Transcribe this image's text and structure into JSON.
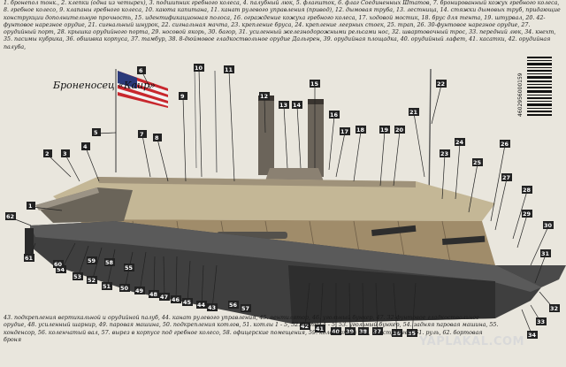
{
  "caption_top": "1. бронепол тонк., 2. клепки (одна из четырех), 3. подшипник гребного колеса, 4. палубный люк, 5. флагшток, 6. флаг Соединенных Штатов, 7. бронированный кожух гребного колеса, 8. гребное колесо, 9. клапаны гребного колеса, 10. каюта капитана, 11. канат рулевого управления (привод), 12. дымовая труба, 13. лестница, 14. стяжки дымовых труб, придающие конструкции дополнительную прочность, 15. идентификационная полоса, 16. ограждение кожуха гребного колеса, 17. ходовой мостик, 18. брус для тента, 19. штурвал, 20. 42-фунтовое нарезное орудие, 21. сигнальный шнурок, 22. сигнальная мачта, 23. крепление бруса, 24. крепление леерных стоек, 25. трап, 26. 30-фунтовое нарезное орудие, 27. орудийный порт, 28. крышка орудийного порта, 29. носовой якорь, 30. багор, 31. усиленный железнодорожными рельсами нос, 32. шварто­вочный трос, 33. передний люк, 34. кнехт, 35. пасимы кубрика, 36. обшивка корпуса, 37. тамбур, 38. 8-дюймовое гладкоствольное орудие Дальгрен, 39. орудийная площадка, 40. орудийный лафет, 41. касатки, 42. орудийная палуба,",
  "caption_bottom": "43. подкрепления вертикальной и орудийной палуб, 44. канат рулевого управления, 45. вентилятор, 46. угольный бункер, 47. 32-фунтовое гладкоствольное орудие, 48. усиленный шарнир, 49. паровая машина, 50. подкрепления котлов, 51. котлы 1 - 5, 52. топки 4 - 5, 53. угольный бункер, 54. задняя паровая машина, 55. конденсор, 56. коленчатый вал, 57. вырез в корпусе под гребное колесо, 58. офицерские помещения, 59. коленчатый вал, 60. стрингер, 61. руль, 62. бортовая броня",
  "title": "Броненосец «Каир»",
  "watermark": "YAPLAKAL.COM",
  "barcode_text": "4602956000159",
  "colors": {
    "callout": "#222222",
    "hull_dark": "#3f3f3f",
    "deck": "#b9a98c",
    "flag_red": "#c8272d",
    "flag_blue": "#2b3a7a"
  },
  "callouts": [
    "1",
    "2",
    "3",
    "4",
    "5",
    "6",
    "7",
    "8",
    "9",
    "10",
    "11",
    "12",
    "13",
    "14",
    "15",
    "16",
    "17",
    "18",
    "19",
    "20",
    "21",
    "22",
    "23",
    "24",
    "25",
    "26",
    "27",
    "28",
    "29",
    "30",
    "31",
    "32",
    "33",
    "34",
    "35",
    "36",
    "37",
    "38",
    "39",
    "40",
    "41",
    "42",
    "43",
    "44",
    "45",
    "46",
    "47",
    "48",
    "49",
    "50",
    "51",
    "52",
    "53",
    "54",
    "55",
    "56",
    "57",
    "58",
    "59",
    "60",
    "61",
    "62"
  ]
}
